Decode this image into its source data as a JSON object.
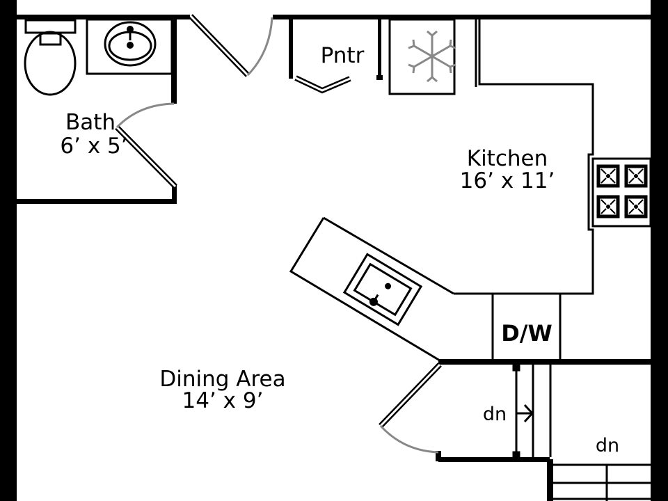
{
  "rooms": {
    "bath": {
      "name": "Bath",
      "size": "6’ x 5’"
    },
    "pantry": {
      "name": "Pntr"
    },
    "kitchen": {
      "name": "Kitchen",
      "size": "16’ x 11’"
    },
    "dining": {
      "name": "Dining Area",
      "size": "14’ x 9’"
    }
  },
  "fixtures": {
    "dishwasher": "D/W",
    "stairs_down_1": "dn",
    "stairs_down_2": "dn"
  },
  "colors": {
    "wall": "#000000",
    "door_swing": "#888888",
    "background": "#ffffff"
  }
}
